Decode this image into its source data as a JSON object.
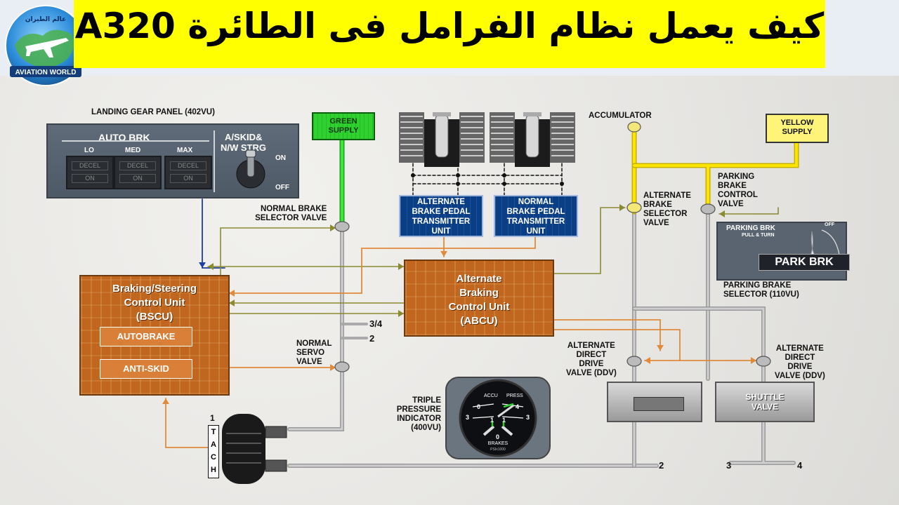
{
  "header": {
    "title": "كيف يعمل نظام الفرامل فى الطائرة A320",
    "logo_arabic": "عالم الطيران",
    "logo_english": "AVIATION WORLD"
  },
  "landing_gear_panel": {
    "caption": "LANDING GEAR PANEL (402VU)",
    "auto_brk": "AUTO BRK",
    "lo": "LO",
    "med": "MED",
    "max": "MAX",
    "decel": "DECEL",
    "on": "ON",
    "askid_line1": "A/SKID&",
    "askid_line2": "N/W STRG",
    "sw_on": "ON",
    "sw_off": "OFF"
  },
  "supplies": {
    "green": [
      "GREEN",
      "SUPPLY"
    ],
    "yellow": [
      "YELLOW",
      "SUPPLY"
    ]
  },
  "transmitters": {
    "alternate": [
      "ALTERNATE",
      "BRAKE PEDAL",
      "TRANSMITTER",
      "UNIT"
    ],
    "normal": [
      "NORMAL",
      "BRAKE PEDAL",
      "TRANSMITTER",
      "UNIT"
    ]
  },
  "labels": {
    "accumulator": "ACCUMULATOR",
    "normal_brake_selector": [
      "NORMAL BRAKE",
      "SELECTOR VALVE"
    ],
    "normal_servo": [
      "NORMAL",
      "SERVO",
      "VALVE"
    ],
    "alt_brake_selector": [
      "ALTERNATE",
      "BRAKE",
      "SELECTOR",
      "VALVE"
    ],
    "parking_brake_control": [
      "PARKING",
      "BRAKE",
      "CONTROL",
      "VALVE"
    ],
    "parking_brake_selector": [
      "PARKING BRAKE",
      "SELECTOR (110VU)"
    ],
    "alt_ddv_left": [
      "ALTERNATE",
      "DIRECT",
      "DRIVE",
      "VALVE (DDV)"
    ],
    "alt_ddv_right": [
      "ALTERNATE",
      "DIRECT",
      "DRIVE",
      "VALVE (DDV)"
    ],
    "shuttle_valve": [
      "SHUTTLE",
      "VALVE"
    ],
    "triple_pressure": [
      "TRIPLE",
      "PRESSURE",
      "INDICATOR",
      "(400VU)"
    ],
    "line_34": "3/4",
    "line_2a": "2",
    "line_1": "1",
    "tach": [
      "T",
      "A",
      "C",
      "H"
    ],
    "out_2": "2",
    "out_3": "3",
    "out_4": "4"
  },
  "bscu": {
    "title": [
      "Braking/Steering",
      "Control Unit",
      "(BSCU)"
    ],
    "autobrake": "AUTOBRAKE",
    "antiskid": "ANTI-SKID"
  },
  "abcu": {
    "title": [
      "Alternate",
      "Braking",
      "Control Unit",
      "(ABCU)"
    ]
  },
  "parking_panel": {
    "title": "PARKING  BRK",
    "sub": "PULL & TURN",
    "off": "OFF",
    "button": "PARK BRK"
  },
  "gauge": {
    "accu": "ACCU",
    "press": "PRESS",
    "brakes": "BRAKES",
    "unit": "PSIx1000",
    "ticks": [
      "0",
      "4",
      "3",
      "1",
      "1",
      "3",
      "0"
    ]
  },
  "colors": {
    "green": "#2fd12f",
    "yellow": "#ffe400",
    "orange": "#e08a3a",
    "olive": "#8a8a30",
    "blue": "#1b3fa0",
    "grey_line": "#bdbdbd"
  }
}
